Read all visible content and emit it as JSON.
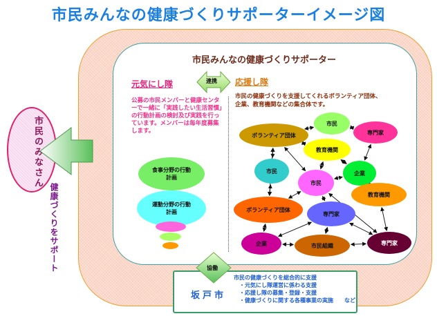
{
  "title": "市民みんなの健康づくりサポーターイメージ図",
  "inner_title": "市民みんなの健康づくりサポーター",
  "link_label": "連携",
  "collab_label": "協働",
  "citizens": {
    "label": "市民のみなさん",
    "support_label": "健康づくりをサポート"
  },
  "genki": {
    "heading": "元気にし隊",
    "description": "公募の市民メンバーと健康センターで一緒に「実践したい生活習慣」の行動計画の検討及び実践を行っています。メンバーは毎年度募集します。",
    "plans": [
      "食事分野の行動計画",
      "運動分野の行動計画"
    ],
    "more_bubbles_colors": [
      "#ff66dd",
      "#aaff66",
      "#ff9900"
    ]
  },
  "ouen": {
    "heading": "応援し隊",
    "description_line1": "市民の健康づくりを支援してくれるボランティア団体、",
    "description_line2": "企業、教育機関などの集合体です。",
    "nodes": [
      {
        "id": "n1",
        "label": "ボランティア団体",
        "color": "#cc9900",
        "text": "#111"
      },
      {
        "id": "n2",
        "label": "市民",
        "color": "#99ff66",
        "text": "#111"
      },
      {
        "id": "n3",
        "label": "専門家",
        "color": "#ff3399",
        "text": "#111"
      },
      {
        "id": "n4",
        "label": "教育機関",
        "color": "#ffff00",
        "text": "#111"
      },
      {
        "id": "n5",
        "label": "市民",
        "color": "#33cccc",
        "text": "#111"
      },
      {
        "id": "n6",
        "label": "企業",
        "color": "#00ee33",
        "text": "#111"
      },
      {
        "id": "n7",
        "label": "市民",
        "color": "#ff66ff",
        "text": "#111"
      },
      {
        "id": "n8",
        "label": "教育機関",
        "color": "#ff9900",
        "text": "#111"
      },
      {
        "id": "n9",
        "label": "ボランティア団体",
        "color": "#ff6600",
        "text": "#111"
      },
      {
        "id": "n10",
        "label": "専門家",
        "color": "#6666ff",
        "text": "#111"
      },
      {
        "id": "n11",
        "label": "企業",
        "color": "#cc0099",
        "text": "#111"
      },
      {
        "id": "n12",
        "label": "市民組織",
        "color": "#cc6600",
        "text": "#111"
      },
      {
        "id": "n13",
        "label": "専門家",
        "color": "#660033",
        "text": "#ffffff"
      }
    ],
    "edges": [
      [
        "n1",
        "n2"
      ],
      [
        "n2",
        "n3"
      ],
      [
        "n1",
        "n4"
      ],
      [
        "n1",
        "n5"
      ],
      [
        "n1",
        "n7"
      ],
      [
        "n1",
        "n9"
      ],
      [
        "n4",
        "n7"
      ],
      [
        "n4",
        "n6"
      ],
      [
        "n3",
        "n6"
      ],
      [
        "n6",
        "n7"
      ],
      [
        "n6",
        "n8"
      ],
      [
        "n5",
        "n9"
      ],
      [
        "n7",
        "n9"
      ],
      [
        "n7",
        "n10"
      ],
      [
        "n7",
        "n13"
      ],
      [
        "n8",
        "n13"
      ],
      [
        "n9",
        "n11"
      ],
      [
        "n10",
        "n11"
      ],
      [
        "n10",
        "n12"
      ],
      [
        "n10",
        "n13"
      ],
      [
        "n11",
        "n12"
      ],
      [
        "n12",
        "n13"
      ]
    ]
  },
  "city": {
    "name": "坂戸市",
    "lead": "市民の健康づくりを総合的に支援",
    "items": [
      "・元気にし隊運営に係わる支援",
      "・応援し隊の募集・登録・支援",
      "・健康づくりに関する各種事業の実施　　など"
    ]
  },
  "colors": {
    "title": "#1a7fe0",
    "outer_border": "#f0a030",
    "inner_border": "#3aa0a0",
    "genki": "#e8207a",
    "ouen": "#e07a10",
    "city_text": "#2060d0"
  }
}
